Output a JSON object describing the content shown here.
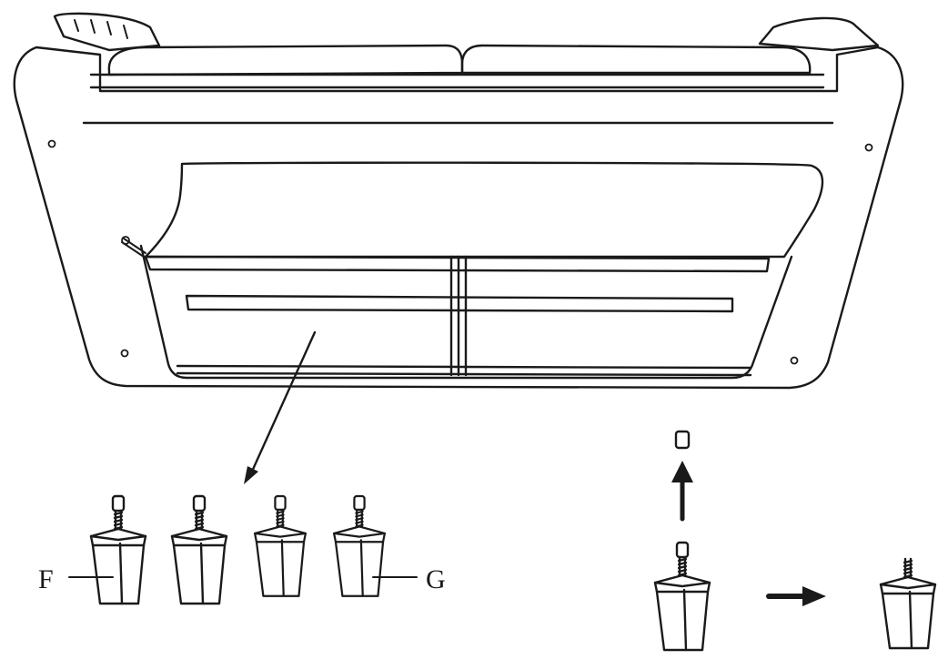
{
  "diagram": {
    "labels": {
      "leg_f": "F",
      "leg_g": "G"
    },
    "colors": {
      "stroke": "#1a1a1a",
      "background": "#ffffff",
      "arrow": "#1a1a1a"
    },
    "parts": {
      "sofa": "sofa-underside",
      "legs": "wooden-leg",
      "cap": "protective-cap"
    }
  }
}
